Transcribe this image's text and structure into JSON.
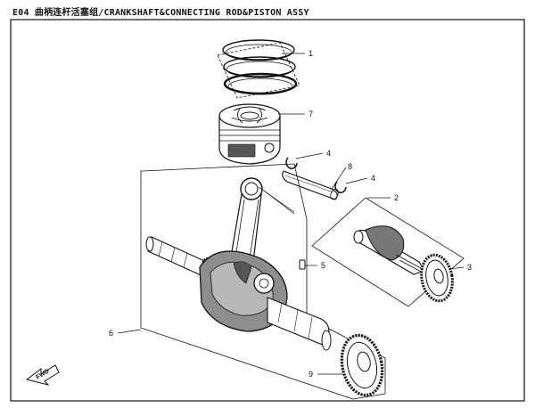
{
  "title": "E04 曲柄连杆活塞组/CRANKSHAFT&CONNECTING ROD&PISTON ASSY",
  "fwd_label": "FWD",
  "callouts": [
    {
      "id": "1",
      "label": "1"
    },
    {
      "id": "7",
      "label": "7"
    },
    {
      "id": "4a",
      "label": "4"
    },
    {
      "id": "8",
      "label": "8"
    },
    {
      "id": "4b",
      "label": "4"
    },
    {
      "id": "2",
      "label": "2"
    },
    {
      "id": "3",
      "label": "3"
    },
    {
      "id": "5",
      "label": "5"
    },
    {
      "id": "6",
      "label": "6"
    },
    {
      "id": "9",
      "label": "9"
    }
  ],
  "colors": {
    "line": "#111111",
    "shade": "#9a9a9a",
    "dark": "#3a3a3a"
  }
}
